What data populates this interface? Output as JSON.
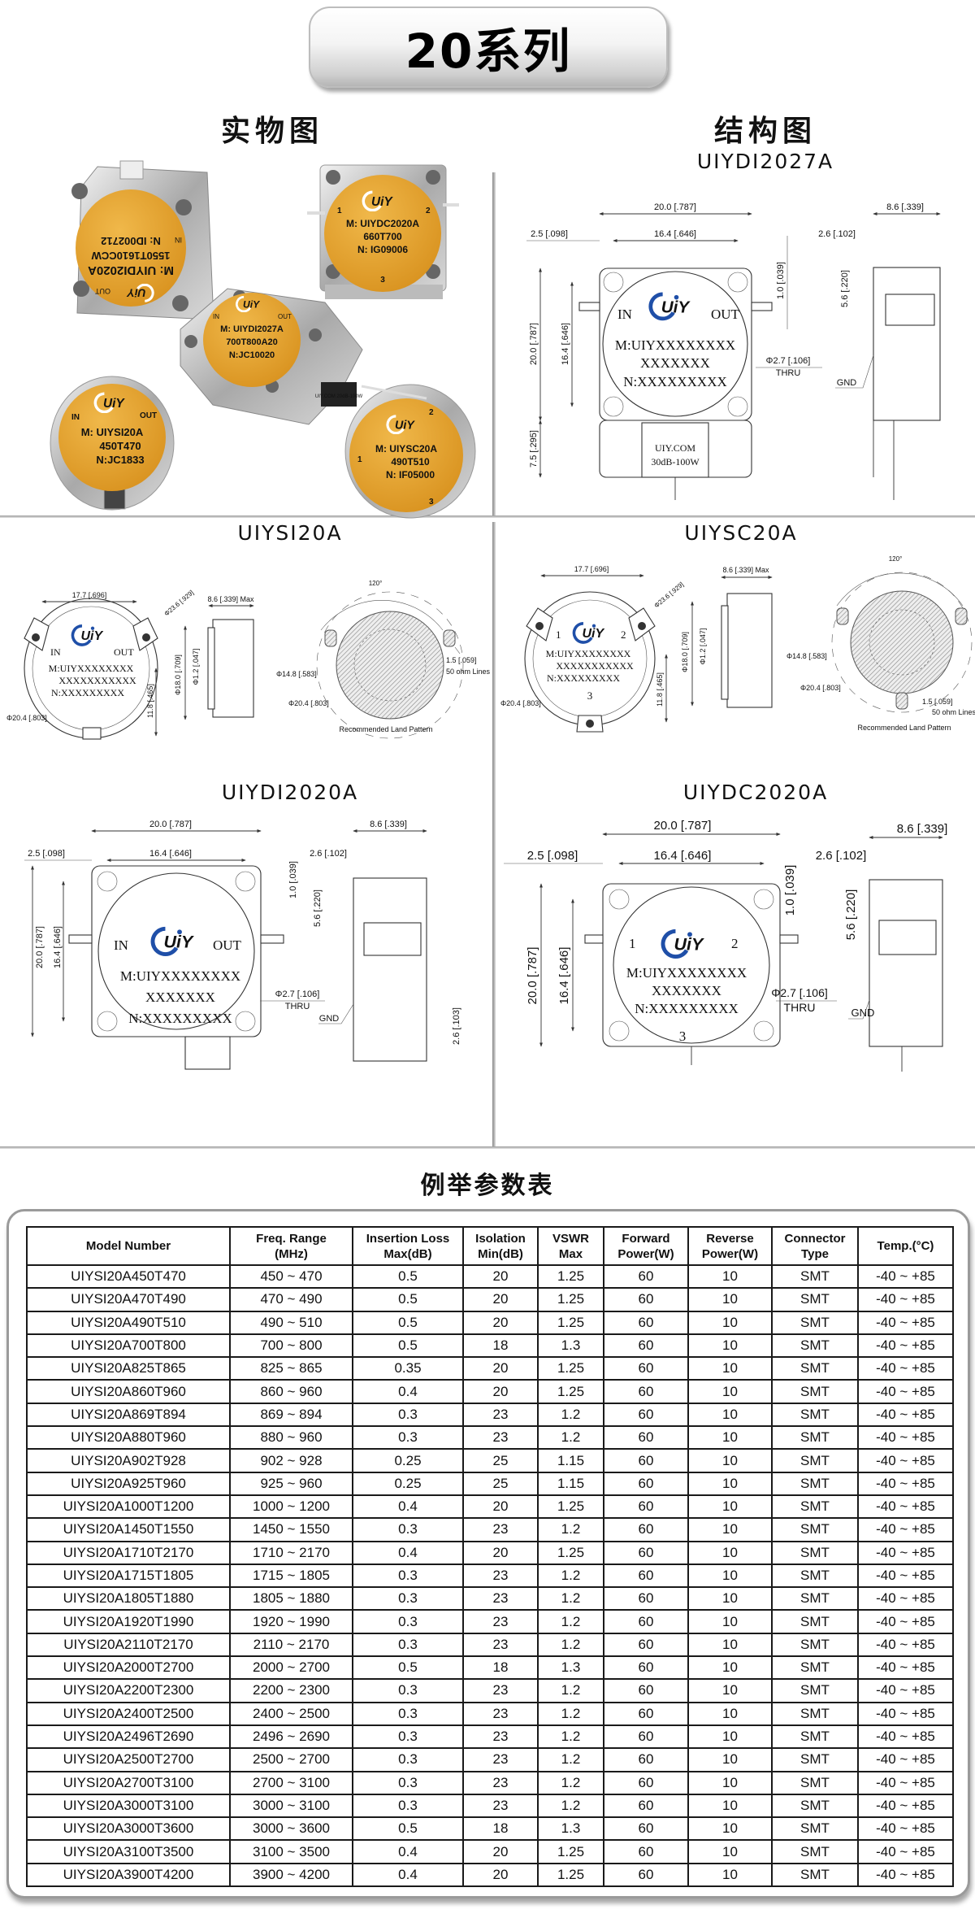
{
  "banner": {
    "title": "20系列"
  },
  "sections": {
    "photos_title": "实物图",
    "drawings_title": "结构图",
    "params_title": "例举参数表"
  },
  "photos": [
    {
      "model": "M: UIYDI2020A",
      "freq": "1550T1610CCW",
      "serial": "N: ID002712",
      "in": "IN",
      "out": "OUT"
    },
    {
      "model": "M: UIYDC2020A",
      "freq": "660T700",
      "serial": "N: IG09006",
      "p1": "1",
      "p2": "2",
      "p3": "3"
    },
    {
      "model": "M: UIYDI2027A",
      "freq": "700T800A20",
      "serial": "N:JC10020",
      "in": "IN",
      "out": "OUT",
      "load": "UIY.COM 20dB-100W"
    },
    {
      "model": "M: UIYSI20A",
      "freq": "450T470",
      "serial": "N:JC1833",
      "in": "IN",
      "out": "OUT"
    },
    {
      "model": "M: UIYSC20A",
      "freq": "490T510",
      "serial": "N: IF05000",
      "p1": "1",
      "p2": "2",
      "p3": "3"
    }
  ],
  "logo": {
    "text": "UIY",
    "domain": "uiy.com"
  },
  "drawings": {
    "d2027": {
      "title": "UIYDI2027A",
      "w": "20.0 [.787]",
      "pitch": "16.4 [.646]",
      "edge": "2.5 [.098]",
      "pin": "1.0 [.039]",
      "h": "20.0 [.787]",
      "vpitch": "16.4 [.646]",
      "tab": "7.5 [.295]",
      "hole": "Φ2.7 [.106]",
      "thru": "THRU",
      "depth": "8.6 [.339]",
      "pinoff": "2.6 [.102]",
      "pinh": "5.6 [.220]",
      "gnd": "GND",
      "in": "IN",
      "out": "OUT",
      "m": "M:UIYXXXXXXXX",
      "x": "XXXXXXX",
      "n": "N:XXXXXXXXX",
      "load1": "UIY.COM",
      "load2": "30dB-100W"
    },
    "si20": {
      "title": "UIYSI20A",
      "w": "17.7 [.696]",
      "lug": "Φ23.6 [.929]",
      "dia": "Φ20.4 [.803]",
      "off": "11.8 [.465]",
      "depth": "8.6 [.339] Max",
      "d18": "Φ18.0 [.709]",
      "pin": "Φ1.2 [.047]",
      "in": "IN",
      "out": "OUT",
      "m": "M:UIYXXXXXXXX",
      "x": "XXXXXXXXXXX",
      "n": "N:XXXXXXXXX",
      "angle": "120°",
      "lp1": "Φ14.8 [.583]",
      "lp2": "Φ20.4 [.803]",
      "line1": "1.5 [.059]",
      "line2": "50 ohm Lines",
      "caption": "Recommended Land Pattern"
    },
    "sc20": {
      "title": "UIYSC20A",
      "w": "17.7 [.696]",
      "lug": "Φ23.6 [.929]",
      "dia": "Φ20.4 [.803]",
      "off": "11.8 [.465]",
      "depth": "8.6 [.339] Max",
      "d18": "Φ18.0 [.709]",
      "pin": "Φ1.2 [.047]",
      "p1": "1",
      "p2": "2",
      "p3": "3",
      "m": "M:UIYXXXXXXXX",
      "x": "XXXXXXXXXXX",
      "n": "N:XXXXXXXXX",
      "angle": "120°",
      "lp1": "Φ14.8 [.583]",
      "lp2": "Φ20.4 [.803]",
      "line1": "1.5 [.059]",
      "line2": "50 ohm Lines",
      "caption": "Recommended Land Pattern"
    },
    "di2020": {
      "title": "UIYDI2020A",
      "w": "20.0 [.787]",
      "pitch": "16.4 [.646]",
      "edge": "2.5 [.098]",
      "pin": "1.0 [.039]",
      "h": "20.0 [.787]",
      "vpitch": "16.4 [.646]",
      "hole": "Φ2.7 [.106]",
      "thru": "THRU",
      "depth": "8.6 [.339]",
      "pinoff": "2.6 [.102]",
      "pinh": "5.6 [.220]",
      "gnd": "GND",
      "base": "2.6 [.103]",
      "in": "IN",
      "out": "OUT",
      "m": "M:UIYXXXXXXXX",
      "x": "XXXXXXX",
      "n": "N:XXXXXXXXX"
    },
    "dc2020": {
      "title": "UIYDC2020A",
      "w": "20.0 [.787]",
      "pitch": "16.4 [.646]",
      "edge": "2.5 [.098]",
      "pin": "1.0 [.039]",
      "h": "20.0 [.787]",
      "vpitch": "16.4 [.646]",
      "hole": "Φ2.7 [.106]",
      "thru": "THRU",
      "depth": "8.6 [.339]",
      "pinoff": "2.6 [.102]",
      "pinh": "5.6 [.220]",
      "gnd": "GND",
      "p1": "1",
      "p2": "2",
      "p3": "3",
      "m": "M:UIYXXXXXXXX",
      "x": "XXXXXXX",
      "n": "N:XXXXXXXXX"
    }
  },
  "table": {
    "headers": [
      [
        "Model Number"
      ],
      [
        "Freq. Range",
        "(MHz)"
      ],
      [
        "Insertion Loss",
        "Max(dB)"
      ],
      [
        "Isolation",
        "Min(dB)"
      ],
      [
        "VSWR",
        "Max"
      ],
      [
        "Forward",
        "Power(W)"
      ],
      [
        "Reverse",
        "Power(W)"
      ],
      [
        "Connector",
        "Type"
      ],
      [
        "Temp.(°C)"
      ]
    ],
    "rows": [
      [
        "UIYSI20A450T470",
        "450 ~ 470",
        "0.5",
        "20",
        "1.25",
        "60",
        "10",
        "SMT",
        "-40 ~ +85"
      ],
      [
        "UIYSI20A470T490",
        "470 ~ 490",
        "0.5",
        "20",
        "1.25",
        "60",
        "10",
        "SMT",
        "-40 ~ +85"
      ],
      [
        "UIYSI20A490T510",
        "490 ~ 510",
        "0.5",
        "20",
        "1.25",
        "60",
        "10",
        "SMT",
        "-40 ~ +85"
      ],
      [
        "UIYSI20A700T800",
        "700 ~ 800",
        "0.5",
        "18",
        "1.3",
        "60",
        "10",
        "SMT",
        "-40 ~ +85"
      ],
      [
        "UIYSI20A825T865",
        "825 ~ 865",
        "0.35",
        "20",
        "1.25",
        "60",
        "10",
        "SMT",
        "-40 ~ +85"
      ],
      [
        "UIYSI20A860T960",
        "860 ~ 960",
        "0.4",
        "20",
        "1.25",
        "60",
        "10",
        "SMT",
        "-40 ~ +85"
      ],
      [
        "UIYSI20A869T894",
        "869 ~ 894",
        "0.3",
        "23",
        "1.2",
        "60",
        "10",
        "SMT",
        "-40 ~ +85"
      ],
      [
        "UIYSI20A880T960",
        "880 ~ 960",
        "0.3",
        "23",
        "1.2",
        "60",
        "10",
        "SMT",
        "-40 ~ +85"
      ],
      [
        "UIYSI20A902T928",
        "902 ~ 928",
        "0.25",
        "25",
        "1.15",
        "60",
        "10",
        "SMT",
        "-40 ~ +85"
      ],
      [
        "UIYSI20A925T960",
        "925 ~ 960",
        "0.25",
        "25",
        "1.15",
        "60",
        "10",
        "SMT",
        "-40 ~ +85"
      ],
      [
        "UIYSI20A1000T1200",
        "1000 ~ 1200",
        "0.4",
        "20",
        "1.25",
        "60",
        "10",
        "SMT",
        "-40 ~ +85"
      ],
      [
        "UIYSI20A1450T1550",
        "1450 ~ 1550",
        "0.3",
        "23",
        "1.2",
        "60",
        "10",
        "SMT",
        "-40 ~ +85"
      ],
      [
        "UIYSI20A1710T2170",
        "1710 ~ 2170",
        "0.4",
        "20",
        "1.25",
        "60",
        "10",
        "SMT",
        "-40 ~ +85"
      ],
      [
        "UIYSI20A1715T1805",
        "1715 ~ 1805",
        "0.3",
        "23",
        "1.2",
        "60",
        "10",
        "SMT",
        "-40 ~ +85"
      ],
      [
        "UIYSI20A1805T1880",
        "1805 ~ 1880",
        "0.3",
        "23",
        "1.2",
        "60",
        "10",
        "SMT",
        "-40 ~ +85"
      ],
      [
        "UIYSI20A1920T1990",
        "1920 ~ 1990",
        "0.3",
        "23",
        "1.2",
        "60",
        "10",
        "SMT",
        "-40 ~ +85"
      ],
      [
        "UIYSI20A2110T2170",
        "2110 ~ 2170",
        "0.3",
        "23",
        "1.2",
        "60",
        "10",
        "SMT",
        "-40 ~ +85"
      ],
      [
        "UIYSI20A2000T2700",
        "2000 ~ 2700",
        "0.5",
        "18",
        "1.3",
        "60",
        "10",
        "SMT",
        "-40 ~ +85"
      ],
      [
        "UIYSI20A2200T2300",
        "2200 ~ 2300",
        "0.3",
        "23",
        "1.2",
        "60",
        "10",
        "SMT",
        "-40 ~ +85"
      ],
      [
        "UIYSI20A2400T2500",
        "2400 ~ 2500",
        "0.3",
        "23",
        "1.2",
        "60",
        "10",
        "SMT",
        "-40 ~ +85"
      ],
      [
        "UIYSI20A2496T2690",
        "2496 ~ 2690",
        "0.3",
        "23",
        "1.2",
        "60",
        "10",
        "SMT",
        "-40 ~ +85"
      ],
      [
        "UIYSI20A2500T2700",
        "2500 ~ 2700",
        "0.3",
        "23",
        "1.2",
        "60",
        "10",
        "SMT",
        "-40 ~ +85"
      ],
      [
        "UIYSI20A2700T3100",
        "2700 ~ 3100",
        "0.3",
        "23",
        "1.2",
        "60",
        "10",
        "SMT",
        "-40 ~ +85"
      ],
      [
        "UIYSI20A3000T3100",
        "3000 ~ 3100",
        "0.3",
        "23",
        "1.2",
        "60",
        "10",
        "SMT",
        "-40 ~ +85"
      ],
      [
        "UIYSI20A3000T3600",
        "3000 ~ 3600",
        "0.5",
        "18",
        "1.3",
        "60",
        "10",
        "SMT",
        "-40 ~ +85"
      ],
      [
        "UIYSI20A3100T3500",
        "3100 ~ 3500",
        "0.4",
        "20",
        "1.25",
        "60",
        "10",
        "SMT",
        "-40 ~ +85"
      ],
      [
        "UIYSI20A3900T4200",
        "3900 ~ 4200",
        "0.4",
        "20",
        "1.25",
        "60",
        "10",
        "SMT",
        "-40 ~ +85"
      ]
    ]
  },
  "colors": {
    "label_orange": "#e3a531",
    "logo_blue": "#1f4fa8",
    "logo_red": "#e0201b"
  }
}
